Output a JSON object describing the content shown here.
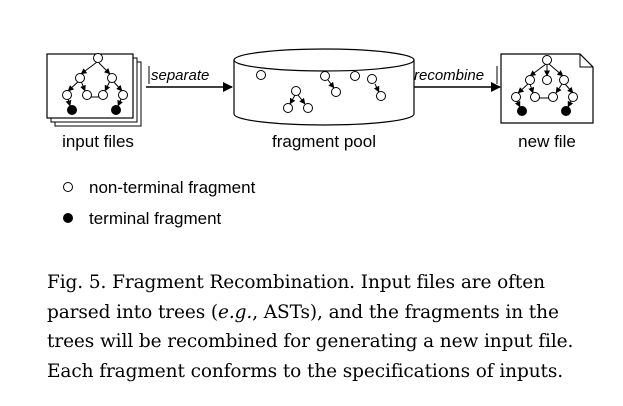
{
  "diagram": {
    "nodes": {
      "input_files": "input files",
      "fragment_pool": "fragment pool",
      "new_file": "new file"
    },
    "edges": {
      "separate": "separate",
      "recombine": "recombine"
    },
    "legend": [
      {
        "label": "non-terminal fragment",
        "symbol": "hollow circle"
      },
      {
        "label": "terminal fragment",
        "symbol": "filled circle"
      }
    ]
  },
  "caption": {
    "line1": "Fig. 5.  Fragment Recombination. Input files are often",
    "line2_a": "parsed into trees (",
    "line2_em": "e.g.",
    "line2_b": ", ASTs), and the fragments in the",
    "line3": "trees will be recombined for generating a new input file.",
    "line4": "Each fragment conforms to the specifications of inputs."
  }
}
